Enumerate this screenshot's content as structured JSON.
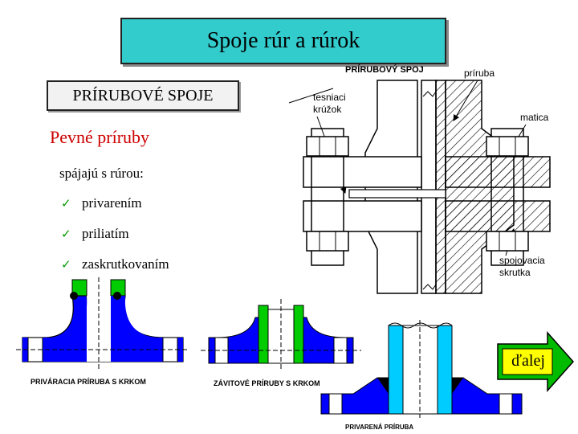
{
  "slide": {
    "title": "Spoje rúr a rúrok",
    "subtitle": "PRÍRUBOVÉ SPOJE",
    "heading": "Pevné príruby",
    "intro": "spájajú s rúrou:",
    "bullets": [
      {
        "label": "privarením"
      },
      {
        "label": "priliatím"
      },
      {
        "label": "zaskrutkovaním"
      }
    ],
    "next_button": "ďalej"
  },
  "diagram_labels": {
    "main_title": "PRÍRUBOVÝ SPOJ",
    "flange": "príruba",
    "gasket_line1": "tesniaci",
    "gasket_line2": "krúžok",
    "nut": "matica",
    "bolt_line1": "spojovacia",
    "bolt_line2": "skrutka",
    "weld_neck": "PRIVÁRACIA PRÍRUBA S KRKOM",
    "threaded": "ZÁVITOVÉ PRÍRUBY S KRKOM",
    "welded": "PRIVARENÁ PRÍRUBA"
  },
  "colors": {
    "title_bg": "#33cccc",
    "heading": "#cc0000",
    "check": "#009900",
    "flange_fill": "#0000ff",
    "pipe_green": "#00cc00",
    "pipe_cyan": "#00ccff",
    "arrow_fill": "#00bb00",
    "arrow_box": "#ffff00"
  }
}
